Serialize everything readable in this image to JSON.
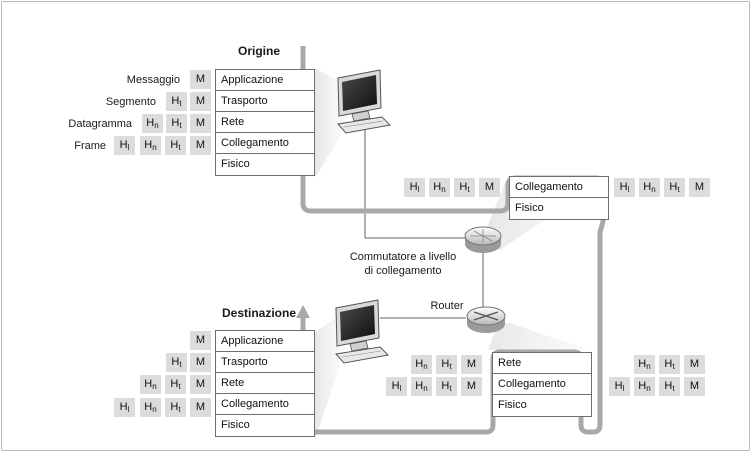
{
  "origin": {
    "title": "Origine",
    "layers": [
      "Applicazione",
      "Trasporto",
      "Rete",
      "Collegamento",
      "Fisico"
    ],
    "pdu_labels": [
      "Messaggio",
      "Segmento",
      "Datagramma",
      "Frame"
    ]
  },
  "destination": {
    "title": "Destinazione",
    "layers": [
      "Applicazione",
      "Trasporto",
      "Rete",
      "Collegamento",
      "Fisico"
    ]
  },
  "switch": {
    "label_line1": "Commutatore a livello",
    "label_line2": "di collegamento",
    "layers": [
      "Collegamento",
      "Fisico"
    ]
  },
  "router": {
    "label": "Router",
    "layers": [
      "Rete",
      "Collegamento",
      "Fisico"
    ]
  },
  "headers": {
    "message": "M",
    "transport": "H",
    "transport_sub": "t",
    "network": "H",
    "network_sub": "n",
    "link": "H",
    "link_sub": "l"
  },
  "colors": {
    "pipe": "#a8a8a8",
    "header_box": "#dcdcdc",
    "border": "#6e6e6e"
  }
}
